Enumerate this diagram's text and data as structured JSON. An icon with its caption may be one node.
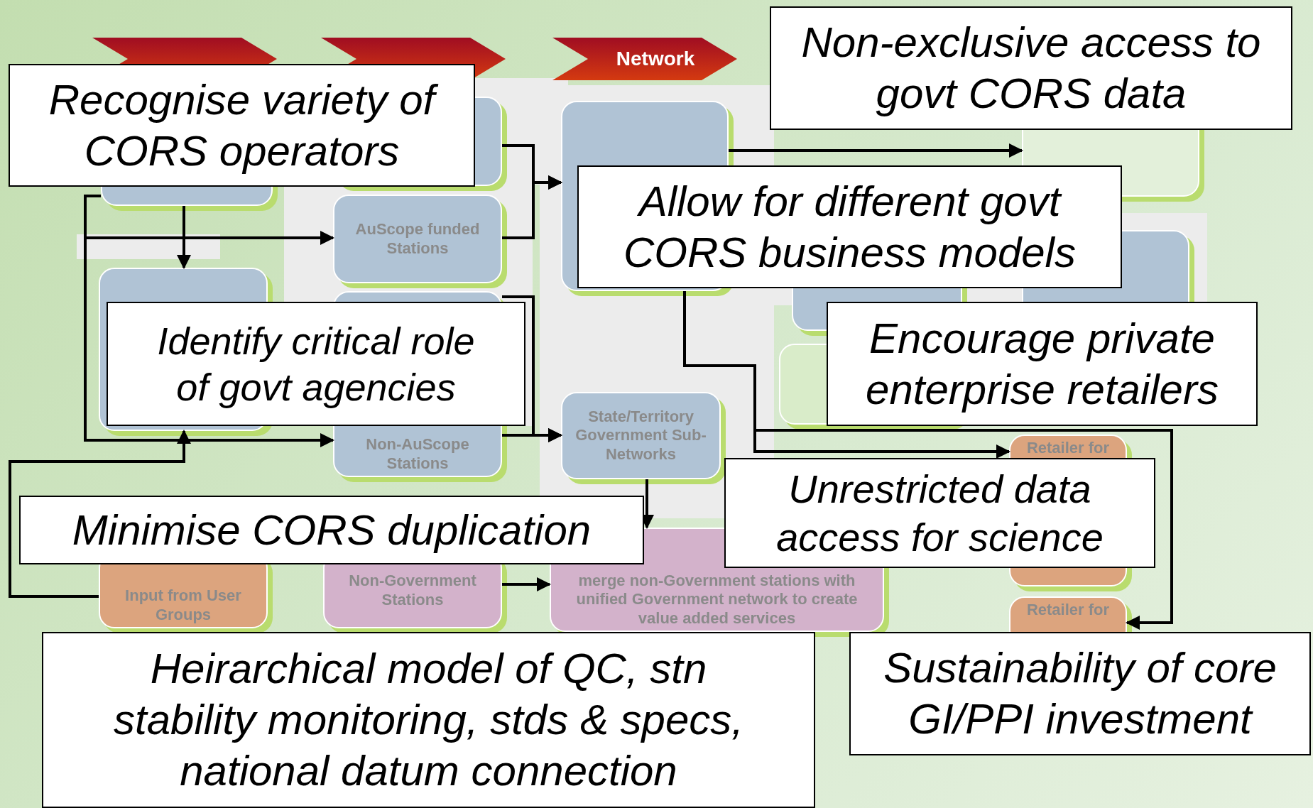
{
  "diagram": {
    "nodes": [
      {
        "text": [],
        "shape": "chevron"
      },
      {
        "text": [],
        "shape": "chevron"
      },
      {
        "text": [
          "Network"
        ]
      },
      {
        "text": [],
        "shape": "box"
      },
      {
        "text": [],
        "shape": "box"
      },
      {
        "text": [],
        "shape": "box"
      },
      {
        "text": [],
        "shape": "box"
      },
      {
        "text": [
          "AuScope funded Stations"
        ]
      },
      {
        "text": [],
        "shape": "box"
      },
      {
        "text": [],
        "shape": "box"
      },
      {
        "text": [],
        "shape": "box"
      },
      {
        "text": [],
        "shape": "box"
      },
      {
        "text": [],
        "shape": "box"
      },
      {
        "text": [
          "Retailer for"
        ]
      },
      {
        "text": [
          "Non-AuScope Stations"
        ]
      },
      {
        "text": [
          "State/Territory Government Sub-Networks"
        ]
      },
      {
        "text": [],
        "shape": "box"
      },
      {
        "text": [
          "Input from User Groups"
        ]
      },
      {
        "text": [
          "Non-Government Stations"
        ]
      },
      {
        "text": [
          "merge non-Government stations with unified Government network to create value added services"
        ]
      },
      {
        "text": [
          "Retailer for"
        ]
      },
      {
        "text": [
          "Recognise variety of CORS operators"
        ]
      },
      {
        "text": [
          "Non-exclusive access to govt CORS data"
        ]
      },
      {
        "text": [
          "Allow for different govt CORS business models"
        ]
      },
      {
        "text": [
          "Identify critical role of govt agencies"
        ]
      },
      {
        "text": [
          "Encourage private enterprise retailers"
        ]
      },
      {
        "text": [
          "Minimise CORS duplication"
        ]
      },
      {
        "text": [
          "Unrestricted data access for science"
        ]
      },
      {
        "text": [
          "Heirarchical model of QC, stn stability monitoring, stds & specs, national datum connection"
        ]
      },
      {
        "text": [
          "Sustainability of core GI/PPI investment"
        ]
      }
    ],
    "edges": [
      {
        "from": 3,
        "to": 10,
        "arrow": "to"
      },
      {
        "from": 17,
        "to": 10,
        "arrow": "to"
      },
      {
        "from": 3,
        "to": 7,
        "arrow": "to"
      },
      {
        "from": 3,
        "to": 14,
        "arrow": "to"
      },
      {
        "from": 4,
        "to": 5,
        "arrow": "to"
      },
      {
        "from": 7,
        "to": 5,
        "arrow": "to"
      },
      {
        "from": 11,
        "to": 15,
        "arrow": "to"
      },
      {
        "from": 14,
        "to": 15,
        "arrow": "to"
      },
      {
        "from": 5,
        "to": 6,
        "arrow": "to"
      },
      {
        "from": 5,
        "to": 13,
        "arrow": "to"
      },
      {
        "from": 5,
        "to": 20,
        "arrow": "to"
      },
      {
        "from": 15,
        "to": 19,
        "arrow": "to"
      },
      {
        "from": 18,
        "to": 19,
        "arrow": "to"
      }
    ]
  }
}
